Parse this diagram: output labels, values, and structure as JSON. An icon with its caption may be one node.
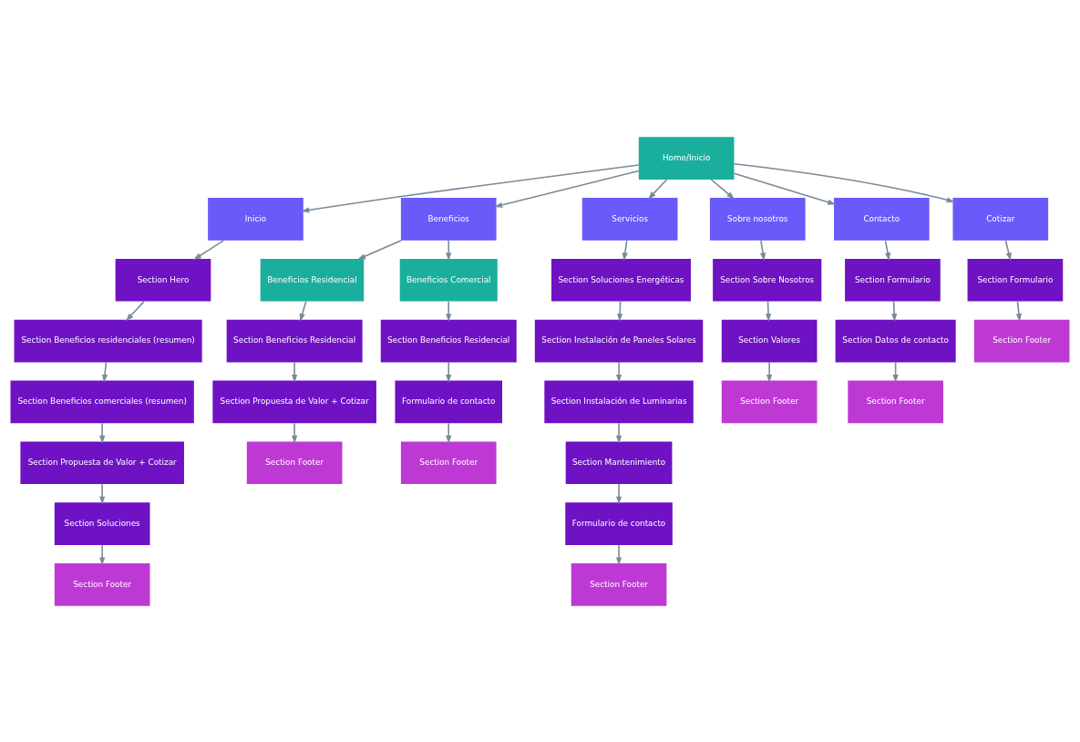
{
  "diagram": {
    "nodes": [
      {
        "text": [
          "Home/Inicio"
        ]
      },
      {
        "text": [
          "Inicio"
        ]
      },
      {
        "text": [
          "Beneficios"
        ]
      },
      {
        "text": [
          "Servicios"
        ]
      },
      {
        "text": [
          "Sobre nosotros"
        ]
      },
      {
        "text": [
          "Contacto"
        ]
      },
      {
        "text": [
          "Cotizar"
        ]
      },
      {
        "text": [
          "Section Hero"
        ]
      },
      {
        "text": [
          "Section Beneficios residenciales (resumen)"
        ]
      },
      {
        "text": [
          "Section Beneficios comerciales (resumen)"
        ]
      },
      {
        "text": [
          "Section Propuesta de Valor + Cotizar"
        ]
      },
      {
        "text": [
          "Section Soluciones"
        ]
      },
      {
        "text": [
          "Section Footer"
        ]
      },
      {
        "text": [
          "Beneficios Residencial"
        ]
      },
      {
        "text": [
          "Beneficios Comercial"
        ]
      },
      {
        "text": [
          "Section Beneficios Residencial"
        ]
      },
      {
        "text": [
          "Section Propuesta de Valor + Cotizar"
        ]
      },
      {
        "text": [
          "Section Footer"
        ]
      },
      {
        "text": [
          "Section Beneficios Residencial"
        ]
      },
      {
        "text": [
          "Formulario de contacto"
        ]
      },
      {
        "text": [
          "Section Footer"
        ]
      },
      {
        "text": [
          "Section Soluciones Energéticas"
        ]
      },
      {
        "text": [
          "Section Instalación de Paneles Solares"
        ]
      },
      {
        "text": [
          "Section Instalación de Luminarias"
        ]
      },
      {
        "text": [
          "Section Mantenimiento"
        ]
      },
      {
        "text": [
          "Formulario de contacto"
        ]
      },
      {
        "text": [
          "Section Footer"
        ]
      },
      {
        "text": [
          "Section Sobre Nosotros"
        ]
      },
      {
        "text": [
          "Section Valores"
        ]
      },
      {
        "text": [
          "Section Footer"
        ]
      },
      {
        "text": [
          "Section Formulario"
        ]
      },
      {
        "text": [
          "Section Datos de contacto"
        ]
      },
      {
        "text": [
          "Section Footer"
        ]
      },
      {
        "text": [
          "Section Formulario"
        ]
      },
      {
        "text": [
          "Section Footer"
        ]
      }
    ],
    "edges": [
      {
        "from": 0,
        "to": 1,
        "arrow": "to"
      },
      {
        "from": 0,
        "to": 2,
        "arrow": "to"
      },
      {
        "from": 0,
        "to": 3,
        "arrow": "to"
      },
      {
        "from": 0,
        "to": 4,
        "arrow": "to"
      },
      {
        "from": 0,
        "to": 5,
        "arrow": "to"
      },
      {
        "from": 0,
        "to": 6,
        "arrow": "to"
      },
      {
        "from": 1,
        "to": 7,
        "arrow": "to"
      },
      {
        "from": 7,
        "to": 8,
        "arrow": "to"
      },
      {
        "from": 8,
        "to": 9,
        "arrow": "to"
      },
      {
        "from": 9,
        "to": 10,
        "arrow": "to"
      },
      {
        "from": 10,
        "to": 11,
        "arrow": "to"
      },
      {
        "from": 11,
        "to": 12,
        "arrow": "to"
      },
      {
        "from": 2,
        "to": 13,
        "arrow": "to"
      },
      {
        "from": 2,
        "to": 14,
        "arrow": "to"
      },
      {
        "from": 13,
        "to": 15,
        "arrow": "to"
      },
      {
        "from": 15,
        "to": 16,
        "arrow": "to"
      },
      {
        "from": 16,
        "to": 17,
        "arrow": "to"
      },
      {
        "from": 14,
        "to": 18,
        "arrow": "to"
      },
      {
        "from": 18,
        "to": 19,
        "arrow": "to"
      },
      {
        "from": 19,
        "to": 20,
        "arrow": "to"
      },
      {
        "from": 3,
        "to": 21,
        "arrow": "to"
      },
      {
        "from": 21,
        "to": 22,
        "arrow": "to"
      },
      {
        "from": 22,
        "to": 23,
        "arrow": "to"
      },
      {
        "from": 23,
        "to": 24,
        "arrow": "to"
      },
      {
        "from": 24,
        "to": 25,
        "arrow": "to"
      },
      {
        "from": 25,
        "to": 26,
        "arrow": "to"
      },
      {
        "from": 4,
        "to": 27,
        "arrow": "to"
      },
      {
        "from": 27,
        "to": 28,
        "arrow": "to"
      },
      {
        "from": 28,
        "to": 29,
        "arrow": "to"
      },
      {
        "from": 5,
        "to": 30,
        "arrow": "to"
      },
      {
        "from": 30,
        "to": 31,
        "arrow": "to"
      },
      {
        "from": 31,
        "to": 32,
        "arrow": "to"
      },
      {
        "from": 6,
        "to": 33,
        "arrow": "to"
      },
      {
        "from": 33,
        "to": 34,
        "arrow": "to"
      }
    ]
  }
}
